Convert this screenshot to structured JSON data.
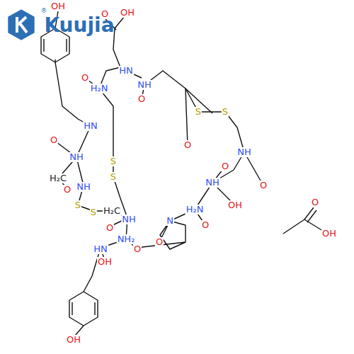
{
  "diagram": {
    "labels": [
      "OH",
      "O",
      "OH",
      "O",
      "HN",
      "NH",
      "O",
      "H₂N",
      "HN",
      "O",
      "NH",
      "S",
      "S",
      "S",
      "S",
      "O",
      "NH",
      "O",
      "NH",
      "O",
      "OH",
      "H₂N",
      "N",
      "O",
      "O",
      "H₂C",
      "O",
      "NH",
      "S",
      "S",
      "H₂C",
      "NH",
      "O",
      "NH₂",
      "HN",
      "O",
      "OH",
      "OH",
      "O",
      "OH",
      "Kuujia",
      "®"
    ]
  }
}
